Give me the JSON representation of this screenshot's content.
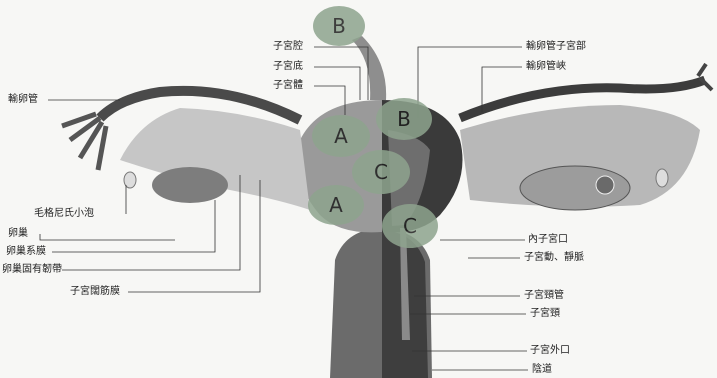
{
  "labels": {
    "left": {
      "fallopian_tube": "輸卵管",
      "hair_follicle": "毛格尼氏小泡",
      "ovary": "卵巢",
      "mesovarium": "卵巢系膜",
      "ovarian_ligament": "卵巢固有韌帶",
      "broad_ligament": "子宮闊筋膜"
    },
    "center": {
      "uterine_cavity": "子宮腔",
      "fundus": "子宮底",
      "body": "子宮體"
    },
    "right": {
      "tube_uterine_part": "輸卵管子宮部",
      "isthmus": "輸卵管峽",
      "internal_os": "內子宮口",
      "vessels": "子宮動、靜脈",
      "cervical_canal": "子宮頸管",
      "cervix": "子宮頸",
      "external_os": "子宮外口",
      "vagina": "陰道"
    }
  },
  "markers": {
    "b_top": "B",
    "a_upper": "A",
    "b_right": "B",
    "c_mid": "C",
    "a_lower": "A",
    "c_lower": "C"
  },
  "colors": {
    "marker_fill": "#8ea48e",
    "line": "#333333"
  }
}
